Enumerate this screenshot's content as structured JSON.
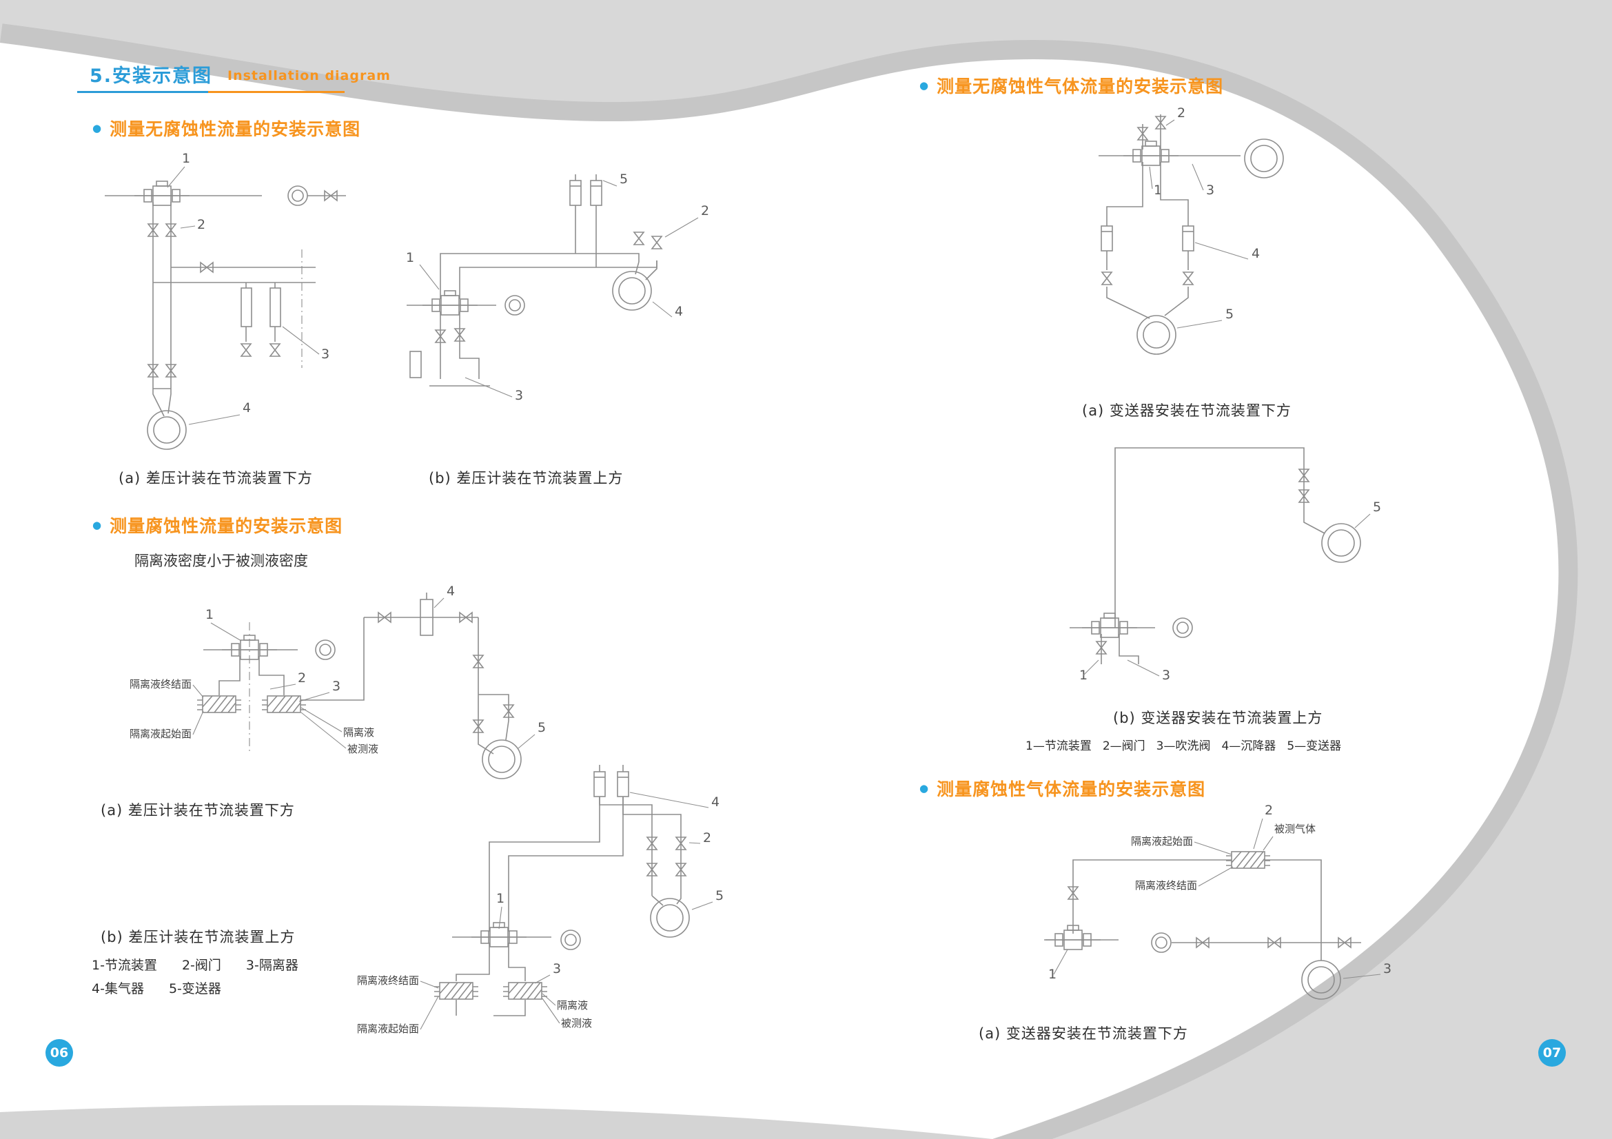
{
  "page": {
    "header": {
      "title": "5.安装示意图",
      "subtitle": "Installation diagram"
    },
    "left": {
      "page_number": "06",
      "section1": {
        "title": "测量无腐蚀性流量的安装示意图",
        "caption_a": "(a) 差压计装在节流装置下方",
        "caption_b": "(b) 差压计装在节流装置上方"
      },
      "section2": {
        "title": "测量腐蚀性流量的安装示意图",
        "note": "隔离液密度小于被测液密度",
        "caption_a": "(a) 差压计装在节流装置下方",
        "caption_b": "(b) 差压计装在节流装置上方",
        "legend_row1": [
          "1-节流装置",
          "2-阀门",
          "3-隔离器"
        ],
        "legend_row2": [
          "4-集气器",
          "5-变送器"
        ]
      }
    },
    "right": {
      "page_number": "07",
      "section1": {
        "title": "测量无腐蚀性气体流量的安装示意图",
        "caption_a": "(a) 变送器安装在节流装置下方",
        "caption_b": "(b) 变送器安装在节流装置上方",
        "legend": [
          "1—节流装置",
          "2—阀门",
          "3—吹洗阀",
          "4—沉降器",
          "5—变送器"
        ]
      },
      "section2": {
        "title": "测量腐蚀性气体流量的安装示意图",
        "caption_a": "(a) 变送器安装在节流装置下方"
      }
    },
    "labels": {
      "iso_end": "隔离液终结面",
      "iso_start": "隔离液起始面",
      "iso": "隔离液",
      "measured_liquid": "被测液",
      "measured_gas": "被测气体"
    },
    "nums": {
      "n1": "1",
      "n2": "2",
      "n3": "3",
      "n4": "4",
      "n5": "5"
    },
    "icons": {
      "bullet": "●"
    }
  },
  "colors": {
    "accent_blue": "#2b9cd8",
    "accent_orange": "#f7941e",
    "line_gray": "#8d8d8d"
  }
}
